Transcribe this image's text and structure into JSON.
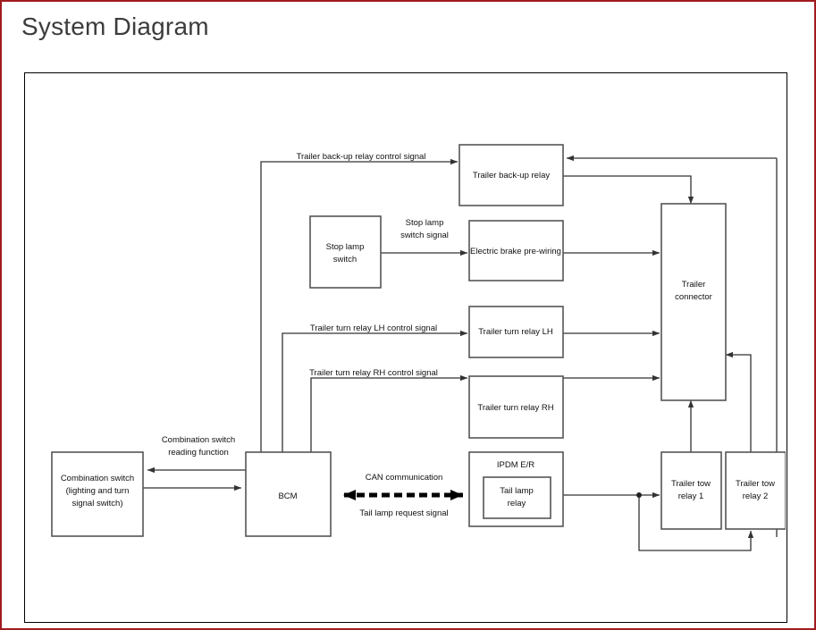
{
  "page": {
    "title": "System Diagram",
    "border_color": "#9e1b20",
    "title_color": "#3c3c3c",
    "frame_color": "#000000"
  },
  "diagram": {
    "type": "block-diagram",
    "nodes": [
      {
        "id": "trailer-backup-relay",
        "label": "Trailer back-up relay"
      },
      {
        "id": "stop-lamp-switch",
        "label_line1": "Stop lamp",
        "label_line2": "switch"
      },
      {
        "id": "electric-brake-prewiring",
        "label": "Electric brake pre-wiring"
      },
      {
        "id": "trailer-turn-relay-lh",
        "label": "Trailer turn relay LH"
      },
      {
        "id": "trailer-turn-relay-rh",
        "label": "Trailer turn relay RH"
      },
      {
        "id": "combination-switch",
        "label_line1": "Combination switch",
        "label_line2": "(lighting and turn",
        "label_line3": "signal switch)"
      },
      {
        "id": "bcm",
        "label": "BCM"
      },
      {
        "id": "ipdm-er",
        "label": "IPDM E/R"
      },
      {
        "id": "tail-lamp-relay",
        "label_line1": "Tail lamp",
        "label_line2": "relay"
      },
      {
        "id": "trailer-connector",
        "label_line1": "Trailer",
        "label_line2": "connector"
      },
      {
        "id": "trailer-tow-relay-1",
        "label_line1": "Trailer tow",
        "label_line2": "relay 1"
      },
      {
        "id": "trailer-tow-relay-2",
        "label_line1": "Trailer tow",
        "label_line2": "relay 2"
      }
    ],
    "edge_labels": [
      {
        "id": "backup-control",
        "text": "Trailer back-up relay control signal"
      },
      {
        "id": "stop-lamp-signal-l1",
        "text": "Stop lamp"
      },
      {
        "id": "stop-lamp-signal-l2",
        "text": "switch signal"
      },
      {
        "id": "turn-lh-control",
        "text": "Trailer turn relay LH control signal"
      },
      {
        "id": "turn-rh-control",
        "text": "Trailer turn relay RH control signal"
      },
      {
        "id": "combo-read-l1",
        "text": "Combination switch"
      },
      {
        "id": "combo-read-l2",
        "text": "reading function"
      },
      {
        "id": "can-comm",
        "text": "CAN communication"
      },
      {
        "id": "tail-lamp-request",
        "text": "Tail lamp request signal"
      }
    ]
  }
}
